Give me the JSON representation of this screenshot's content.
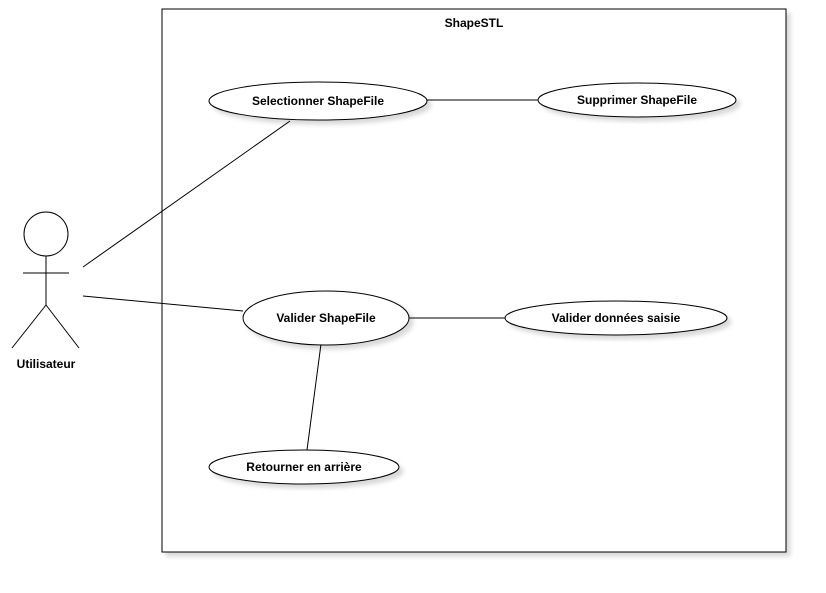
{
  "system": {
    "title": "ShapeSTL"
  },
  "actor": {
    "name": "Utilisateur"
  },
  "use_cases": {
    "selectionner": "Selectionner ShapeFile",
    "supprimer": "Supprimer ShapeFile",
    "valider": "Valider ShapeFile",
    "valider_donnees": "Valider données saisie",
    "retourner": "Retourner en arrière"
  }
}
